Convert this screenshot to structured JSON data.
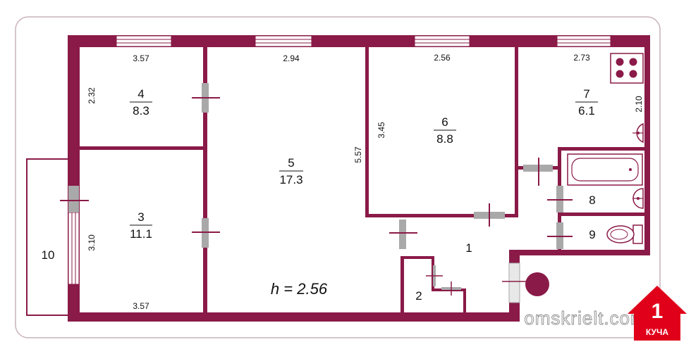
{
  "colors": {
    "wall": "#8a1a47",
    "door": "#a9a9a9",
    "frame": "#c9b2bc",
    "window": "#ffffff",
    "text": "#111111"
  },
  "rooms": [
    {
      "number": "4",
      "area": "8.3"
    },
    {
      "number": "5",
      "area": "17.3"
    },
    {
      "number": "6",
      "area": "8.8"
    },
    {
      "number": "7",
      "area": "6.1"
    },
    {
      "number": "3",
      "area": "11.1"
    },
    {
      "number": "8"
    },
    {
      "number": "9"
    },
    {
      "number": "1"
    },
    {
      "number": "2"
    },
    {
      "number": "10"
    }
  ],
  "dimensions": {
    "top_4": "3.57",
    "top_5": "2.94",
    "top_6": "2.56",
    "top_7": "2.73",
    "left_4": "2.32",
    "left_3": "3.10",
    "bottom_3": "3.57",
    "room6_inner": "3.45",
    "room5_right": "5.57",
    "room7_right": "2.10"
  },
  "ceiling_height": "h = 2.56",
  "watermark": {
    "site": "omskrielt.com",
    "badge_number": "1",
    "badge_text": "КУЧА"
  },
  "icons": [
    "stove-icon",
    "sink-icon",
    "bathtub-icon",
    "toilet-icon",
    "riser-pipe-icon"
  ]
}
